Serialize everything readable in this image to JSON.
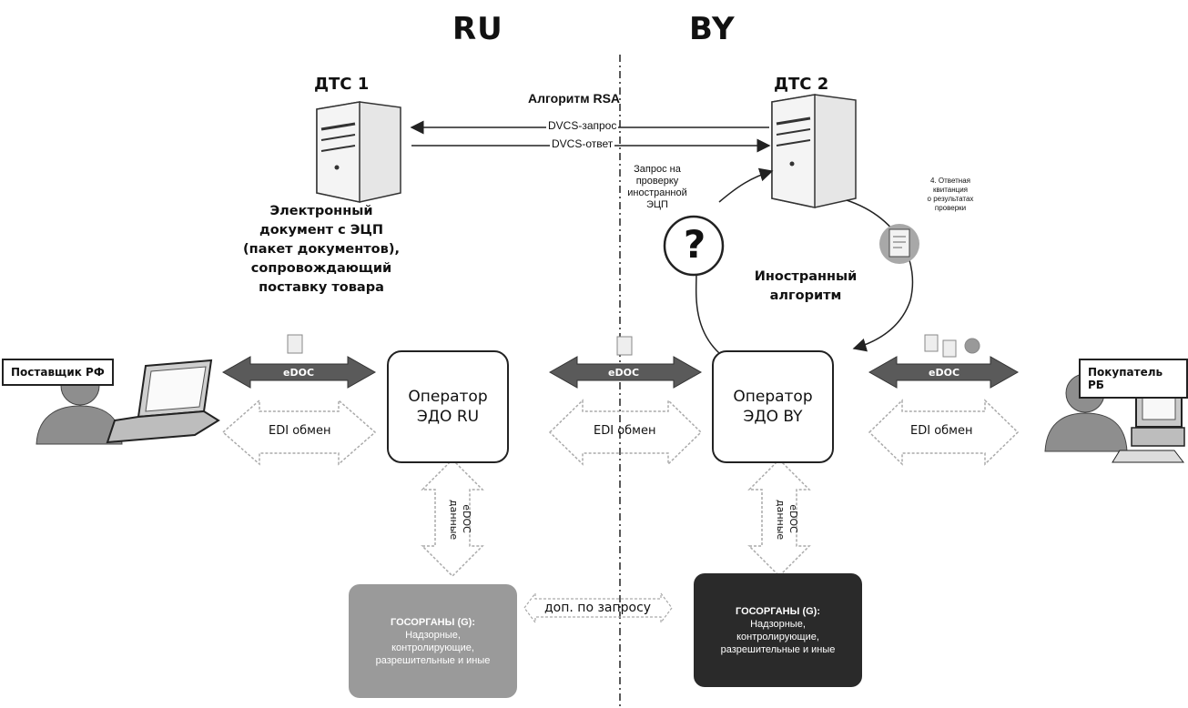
{
  "regions": {
    "left": "RU",
    "right": "BY"
  },
  "servers": {
    "left_title": "ДТС 1",
    "right_title": "ДТС 2",
    "algorithm": "Алгоритм RSA",
    "request": "DVCS-запрос",
    "response": "DVCS-ответ"
  },
  "left_caption": [
    "Электронный",
    "документ с ЭЦП",
    "(пакет документов),",
    "сопровождающий",
    "поставку товара"
  ],
  "right_cycle": {
    "request_text": [
      "Запрос на",
      "проверку",
      "иностранной",
      "ЭЦП"
    ],
    "receipt_text": [
      "4. Ответная",
      "квитанция",
      "о результатах",
      "проверки"
    ],
    "question_mark": "?",
    "algorithm_label": [
      "Иностранный",
      "алгоритм"
    ]
  },
  "parties": {
    "supplier": "Поставщик РФ",
    "buyer": "Покупатель РБ"
  },
  "operators": {
    "ru": [
      "Оператор",
      "ЭДО RU"
    ],
    "by": [
      "Оператор",
      "ЭДО BY"
    ]
  },
  "exchange": {
    "edoc": "eDOC",
    "edi": "EDI обмен",
    "vertical_edoc": "eDOC",
    "vertical_data": "данные"
  },
  "gov": {
    "ru": [
      "ГОСОРГАНЫ (G):",
      "Надзорные,",
      "контролирующие,",
      "разрешительные и иные"
    ],
    "by": [
      "ГОСОРГАНЫ (G):",
      "Надзорные,",
      "контролирующие,",
      "разрешительные и иные"
    ],
    "link": "доп. по запросу"
  },
  "colors": {
    "gov_ru": "#9a9a9a",
    "gov_by": "#2a2a2a",
    "edoc_arrow": "#5a5a5a"
  }
}
